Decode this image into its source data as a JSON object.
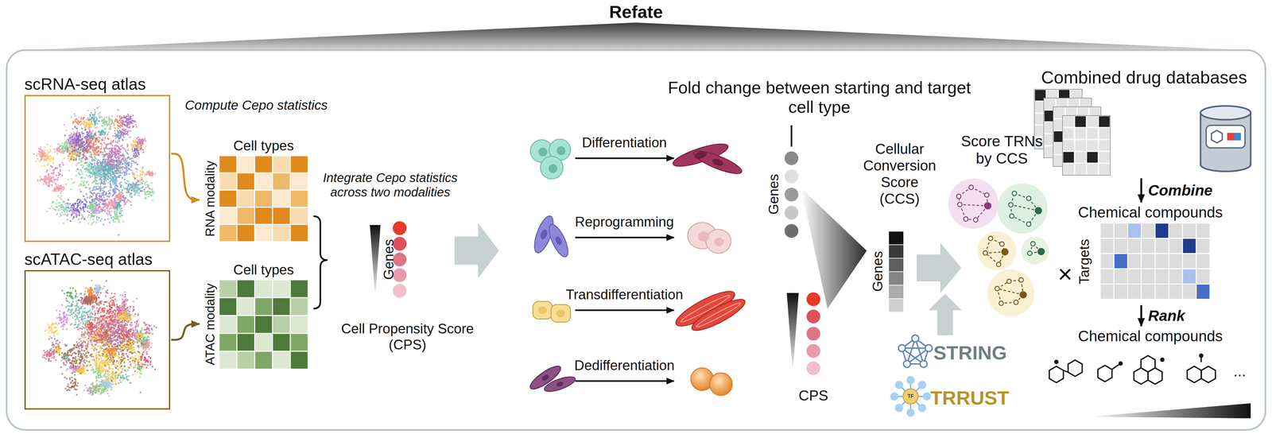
{
  "diagram": {
    "title": "Refate",
    "nodes": [
      {
        "text": [
          "scRNA-seq atlas"
        ]
      },
      {
        "text": [
          "scATAC-seq atlas"
        ]
      },
      {
        "text": [
          "Cell types",
          "RNA modality"
        ]
      },
      {
        "text": [
          "Cell types",
          "ATAC modality"
        ]
      },
      {
        "text": [
          "Combined drug databases"
        ]
      },
      {
        "text": [
          "Chemical compounds",
          "Targets"
        ]
      },
      {
        "text": [
          "Chemical compounds"
        ]
      }
    ],
    "edges": [
      {
        "from": 0,
        "to": 2,
        "arrow": "to"
      },
      {
        "from": 1,
        "to": 3,
        "arrow": "to"
      },
      {
        "from": 4,
        "to": 5,
        "label": "Combine",
        "arrow": "to"
      },
      {
        "from": 5,
        "to": 6,
        "label": "Rank",
        "arrow": "to"
      }
    ],
    "labels": [
      "Compute Cepo statistics",
      "Integrate Cepo statistics across two modalities",
      "Genes",
      "Cell Propensity Score (CPS)",
      "Differentiation",
      "Reprogramming",
      "Transdifferentiation",
      "Dedifferentiation",
      "Fold change between starting and target cell type",
      "Genes",
      "Cellular Conversion Score (CCS)",
      "Genes",
      "CPS",
      "Score TRNs by CCS",
      "STRING",
      "TF",
      "TRRUST",
      "×",
      "..."
    ]
  }
}
